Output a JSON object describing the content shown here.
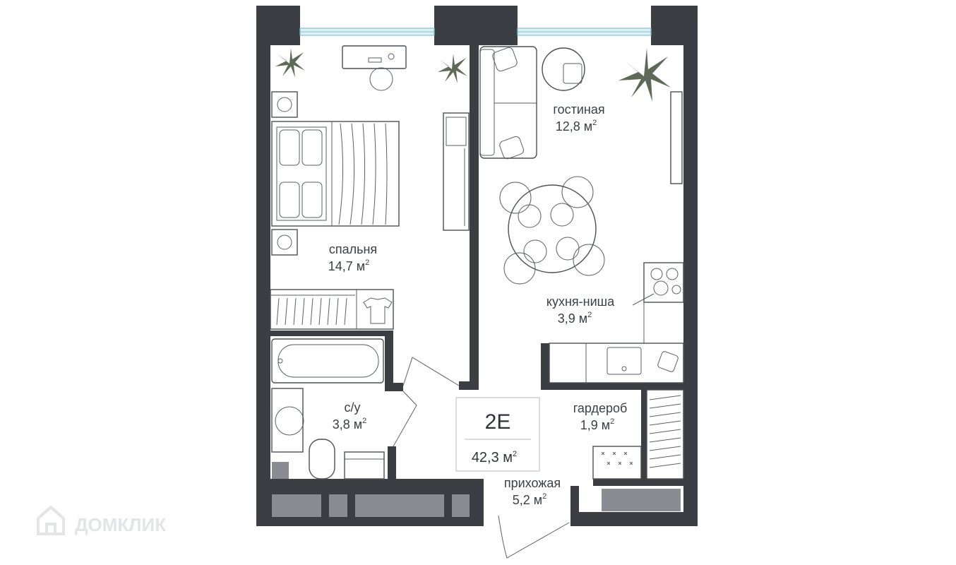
{
  "watermark": {
    "text": "ДОМКЛИК",
    "icon": "home-logo-icon"
  },
  "apartment": {
    "code": "2E",
    "total_area": "42,3 м",
    "total_area_sup": "2"
  },
  "rooms": [
    {
      "id": "bedroom",
      "name": "спальня",
      "area": "14,7 м",
      "sup": "2"
    },
    {
      "id": "living",
      "name": "гостиная",
      "area": "12,8 м",
      "sup": "2"
    },
    {
      "id": "kitchen",
      "name": "кухня-ниша",
      "area": "3,9 м",
      "sup": "2"
    },
    {
      "id": "bathroom",
      "name": "с/у",
      "area": "3,8 м",
      "sup": "2"
    },
    {
      "id": "wardrobe",
      "name": "гардероб",
      "area": "1,9 м",
      "sup": "2"
    },
    {
      "id": "hallway",
      "name": "прихожая",
      "area": "5,2 м",
      "sup": "2"
    }
  ],
  "colors": {
    "wall": "#3b3f43",
    "window_glass": "#dff1f4",
    "text": "#3a3f44",
    "utility_block": "#8a8c91"
  }
}
